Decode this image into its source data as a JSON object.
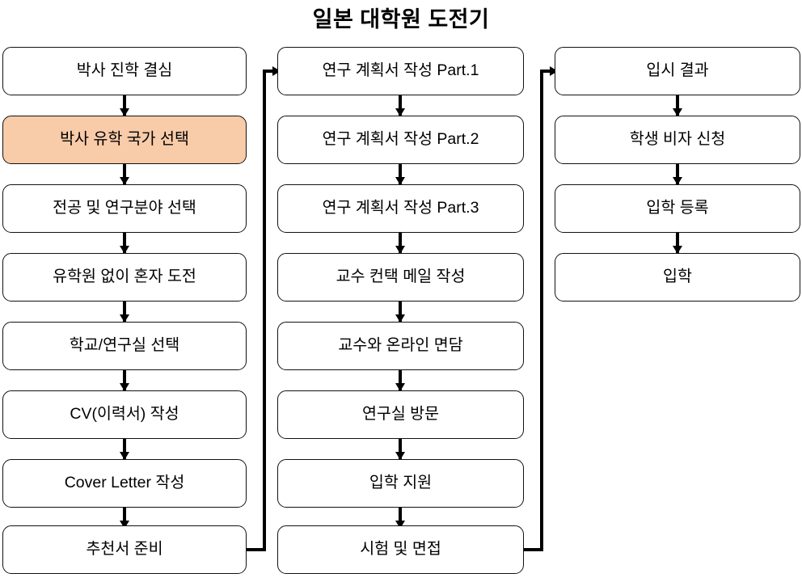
{
  "title": "일본 대학원 도전기",
  "colors": {
    "background": "#FFFFFF",
    "node_fill": "#FFFFFF",
    "node_border": "#111111",
    "highlight_fill": "#F8CBA9",
    "connector": "#000000",
    "text": "#000000"
  },
  "chart_data": {
    "type": "diagram",
    "diagram_kind": "flowchart",
    "title": "일본 대학원 도전기",
    "orientation": "vertical-columns-left-to-right",
    "columns": 3,
    "node_count": 20,
    "highlighted_nodes": [
      "박사 유학 국가 선택"
    ],
    "columns_data": [
      {
        "index": 1,
        "nodes": [
          "박사 진학 결심",
          "박사 유학 국가 선택",
          "전공 및 연구분야 선택",
          "유학원 없이 혼자 도전",
          "학교/연구실 선택",
          "CV(이력서) 작성",
          "Cover Letter 작성",
          "추천서 준비"
        ]
      },
      {
        "index": 2,
        "nodes": [
          "연구 계획서 작성 Part.1",
          "연구 계획서 작성 Part.2",
          "연구 계획서 작성 Part.3",
          "교수 컨택 메일 작성",
          "교수와 온라인 면담",
          "연구실 방문",
          "입학 지원",
          "시험 및 면접"
        ]
      },
      {
        "index": 3,
        "nodes": [
          "입시 결과",
          "학생 비자 신청",
          "입학 등록",
          "입학"
        ]
      }
    ],
    "wrap_connectors": [
      {
        "from": "추천서 준비",
        "to": "연구 계획서 작성 Part.1"
      },
      {
        "from": "시험 및 면접",
        "to": "입시 결과"
      }
    ]
  },
  "column1": {
    "nodes": [
      {
        "label": "박사 진학 결심",
        "highlight": false
      },
      {
        "label": "박사 유학 국가 선택",
        "highlight": true
      },
      {
        "label": "전공 및 연구분야 선택",
        "highlight": false
      },
      {
        "label": "유학원 없이 혼자 도전",
        "highlight": false
      },
      {
        "label": "학교/연구실 선택",
        "highlight": false
      },
      {
        "label": "CV(이력서) 작성",
        "highlight": false
      },
      {
        "label": "Cover Letter 작성",
        "highlight": false
      },
      {
        "label": "추천서 준비",
        "highlight": false
      }
    ]
  },
  "column2": {
    "nodes": [
      {
        "label": "연구 계획서 작성 Part.1",
        "highlight": false
      },
      {
        "label": "연구 계획서 작성 Part.2",
        "highlight": false
      },
      {
        "label": "연구 계획서 작성 Part.3",
        "highlight": false
      },
      {
        "label": "교수 컨택 메일 작성",
        "highlight": false
      },
      {
        "label": "교수와 온라인 면담",
        "highlight": false
      },
      {
        "label": "연구실 방문",
        "highlight": false
      },
      {
        "label": "입학 지원",
        "highlight": false
      },
      {
        "label": "시험 및 면접",
        "highlight": false
      }
    ]
  },
  "column3": {
    "nodes": [
      {
        "label": "입시 결과",
        "highlight": false
      },
      {
        "label": "학생 비자 신청",
        "highlight": false
      },
      {
        "label": "입학 등록",
        "highlight": false
      },
      {
        "label": "입학",
        "highlight": false
      }
    ]
  }
}
